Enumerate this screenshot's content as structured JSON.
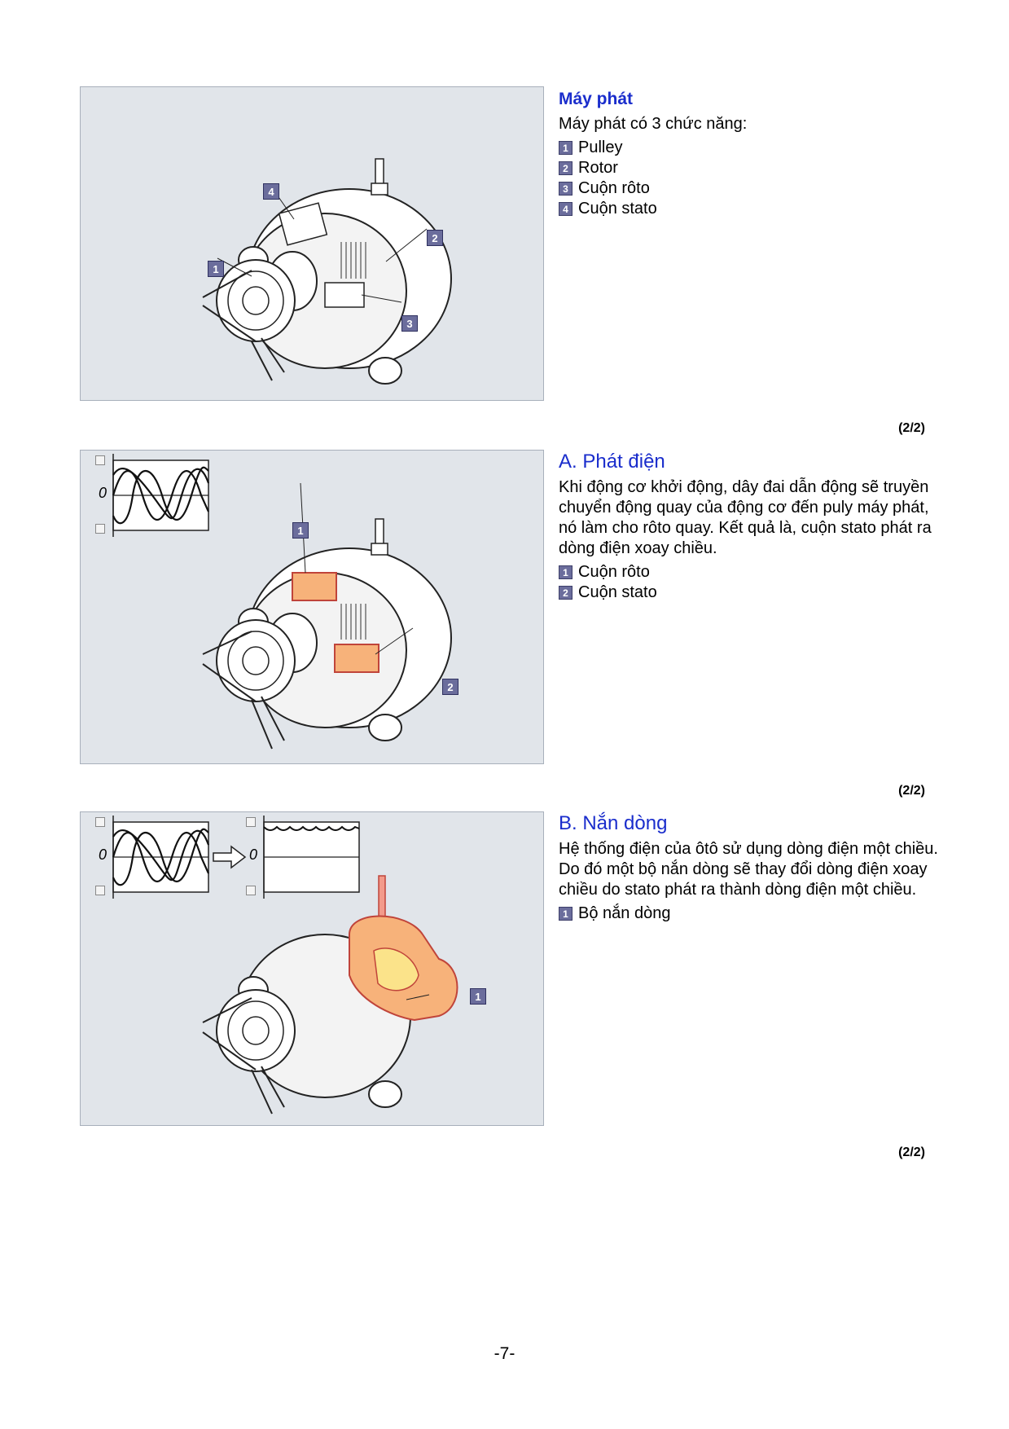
{
  "sections": [
    {
      "title": "Máy phát",
      "intro": "Máy phát có 3 chức năng:",
      "legend": [
        {
          "num": "1",
          "label": "Pulley"
        },
        {
          "num": "2",
          "label": "Rotor"
        },
        {
          "num": "3",
          "label": "Cuộn rôto"
        },
        {
          "num": "4",
          "label": "Cuộn stato"
        }
      ],
      "callouts": [
        "4",
        "2",
        "1",
        "3"
      ],
      "page_indicator": "(2/2)"
    },
    {
      "title": "A. Phát điện",
      "body": "Khi động cơ khởi động, dây đai dẫn động sẽ truyền chuyển động quay của động cơ đến puly máy phát, nó làm cho rôto quay. Kết quả là, cuộn stato phát ra dòng điện xoay chiều.",
      "legend": [
        {
          "num": "1",
          "label": "Cuộn rôto"
        },
        {
          "num": "2",
          "label": "Cuộn stato"
        }
      ],
      "callouts": [
        "1",
        "2"
      ],
      "graph_zero": "0",
      "page_indicator": "(2/2)"
    },
    {
      "title": "B. Nắn dòng",
      "body": "Hệ thống điện của ôtô sử dụng dòng điện một chiều. Do đó một bộ nắn dòng sẽ thay đổi dòng điện xoay chiều do stato phát ra thành dòng điện một chiều.",
      "legend": [
        {
          "num": "1",
          "label": "Bộ nắn dòng"
        }
      ],
      "callouts": [
        "1"
      ],
      "graph_zero_ac": "0",
      "graph_zero_dc": "0",
      "page_indicator": "(2/2)"
    }
  ],
  "page_number": "-7-"
}
